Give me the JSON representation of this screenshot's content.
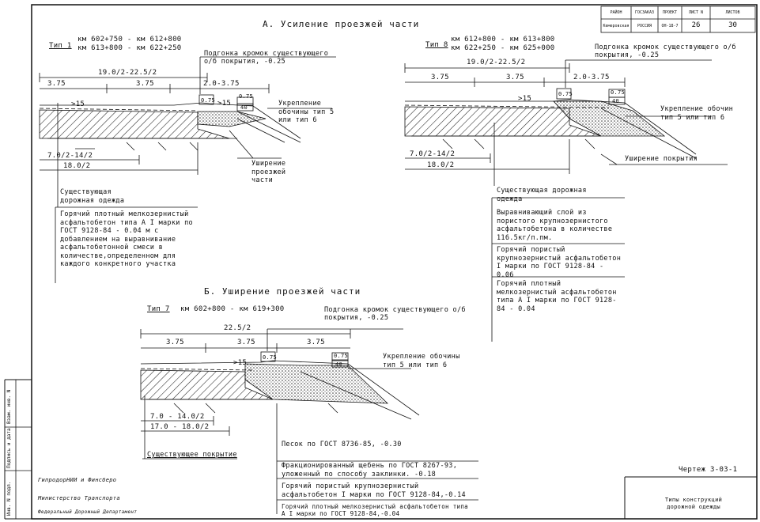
{
  "title_a": "А. Усиление проезжей части",
  "title_b": "Б. Уширение проезжей части",
  "type1": {
    "label": "Тип 1",
    "range1": "км 602+750 - км 612+800",
    "range2": "км 613+800 - км 622+250",
    "total_width": "19.0/2-22.5/2",
    "w1": "3.75",
    "w2": "3.75",
    "w3": "2.0-3.75",
    "dim_a": "0.75",
    "dim_b": "0.75",
    "dim_c": "40",
    "slope": ">15",
    "levelling_note": "Подгонка кромок существующего о/б покрытия, -0.25",
    "shoulder_note": "Укрепление обочины тип 5 или тип 6",
    "bottom_w1": "7.0/2-14/2",
    "bottom_w2": "18.0/2",
    "widening_note": "Уширение проезжей части",
    "existing_label": "Существующая дорожная одежда",
    "layer_text": "Горячий плотный мелкозернистый асфальтобетон типа А I марки по ГОСТ 9128-84 - 0.04 м с добавлением на выравнивание асфальтобетонной смеси в количестве,определенном для каждого конкретного участка"
  },
  "type8": {
    "label": "Тип 8",
    "range1": "км 612+800 - км 613+800",
    "range2": "км 622+250 - км 625+000",
    "total_width": "19.0/2-22.5/2",
    "w1": "3.75",
    "w2": "3.75",
    "w3": "2.0-3.75",
    "dim_a": "0.75",
    "dim_b": "0.75",
    "dim_c": "40",
    "slope": ">15",
    "levelling_note": "Подгонка кромок существующего о/б покрытия, -0.25",
    "shoulder_note": "Укрепление обочин тип 5 или тип 6",
    "bottom_w1": "7.0/2-14/2",
    "bottom_w2": "18.0/2",
    "widening_note": "Уширение покрытия",
    "existing_label": "Существующая дорожная одежда",
    "layer1": "Выравнивающий слой из пористого крупнозернистого асфальтобетона в количестве 116.5кг/п.пм.",
    "layer2": "Горячий пористый крупнозернистый асфальтобетон I марки по ГОСТ 9128-84 - 0.06",
    "layer3": "Горячий плотный мелкозернистый асфальтобетон типа А I марки по ГОСТ 9128-84 - 0.04"
  },
  "type7": {
    "label": "Тип 7",
    "range": "км 602+800 - км 619+300",
    "total_width": "22.5/2",
    "w1": "3.75",
    "w2": "3.75",
    "w3": "3.75",
    "dim_a": "0.75",
    "dim_b": "0.75",
    "dim_c": "40",
    "slope": ">15",
    "levelling_note": "Подгонка кромок существующего о/б покрытия, -0.25",
    "shoulder_note": "Укрепление обочины тип 5 или тип 6",
    "bottom_w1": "7.0 - 14.0/2",
    "bottom_w2": "17.0 - 18.0/2",
    "existing_label": "Существующее покрытие",
    "layer1": "Песок по ГОСТ 8736-85, -0.30",
    "layer2": "Фракционированный щебень по ГОСТ 8267-93, уложенный по способу заклинки. -0.18",
    "layer3": "Горячий пористый крупнозернистый асфальтобетон I марки по ГОСТ 9128-84,-0.14",
    "layer4": "Горячий плотный мелкозернистый асфальтобетон типа А I марки по ГОСТ 9128-84,-0.04"
  },
  "stamp": {
    "headers": [
      "РАЙОН",
      "ГОСЗАКАЗ",
      "ПРОЕКТ",
      "ЛИСТ N",
      "ЛИСТОВ"
    ],
    "values": [
      "Кемеровская",
      "РОССИЯ",
      "ОН-18-7",
      "26",
      "30"
    ]
  },
  "footer": {
    "org1": "ГипродорНИИ и Финсберо",
    "org2": "Министерство Транспорта",
    "org3": "Федеральный Дорожный Департамент",
    "sheet_code": "Чертеж 3-03-1",
    "sheet_title": "Типы конструкций дорожной одежды"
  },
  "side_strip": [
    "Подпись и дата",
    "Взам. инв. N",
    "Инв. N подл."
  ]
}
